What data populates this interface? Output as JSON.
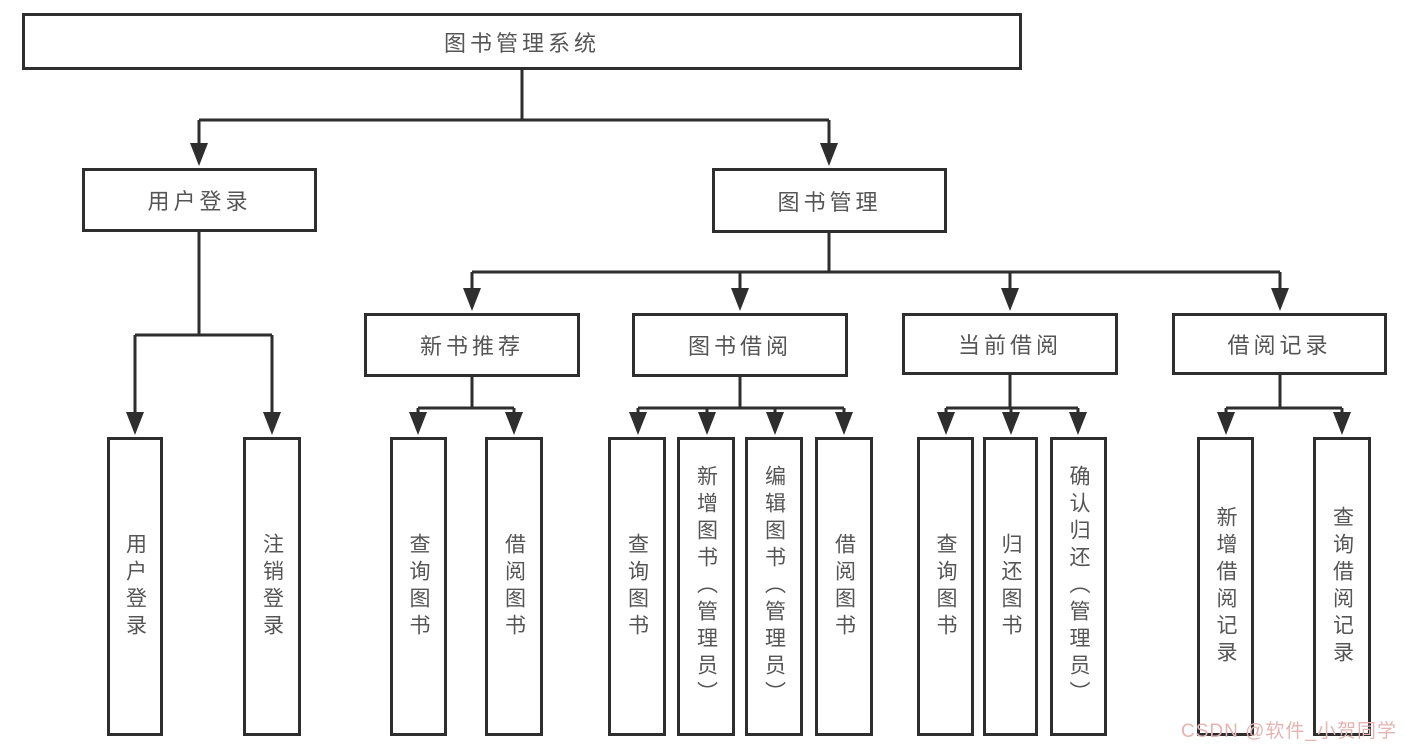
{
  "tree": {
    "label": "图书管理系统",
    "children": [
      {
        "label": "用户登录",
        "children": [
          {
            "label": "用户登录"
          },
          {
            "label": "注销登录"
          }
        ]
      },
      {
        "label": "图书管理",
        "children": [
          {
            "label": "新书推荐",
            "children": [
              {
                "label": "查询图书"
              },
              {
                "label": "借阅图书"
              }
            ]
          },
          {
            "label": "图书借阅",
            "children": [
              {
                "label": "查询图书"
              },
              {
                "label": "新增图书（管理员）"
              },
              {
                "label": "编辑图书（管理员）"
              },
              {
                "label": "借阅图书"
              }
            ]
          },
          {
            "label": "当前借阅",
            "children": [
              {
                "label": "查询图书"
              },
              {
                "label": "归还图书"
              },
              {
                "label": "确认归还（管理员）"
              }
            ]
          },
          {
            "label": "借阅记录",
            "children": [
              {
                "label": "新增借阅记录"
              },
              {
                "label": "查询借阅记录"
              }
            ]
          }
        ]
      }
    ]
  },
  "watermark": {
    "text": "CSDN @软件_小贺同学",
    "color": "#e6b3b3"
  },
  "colors": {
    "line": "#2e2e2e",
    "box_border": "#2e2e2e",
    "box_bg": "#ffffff",
    "label_text": "#555555"
  }
}
